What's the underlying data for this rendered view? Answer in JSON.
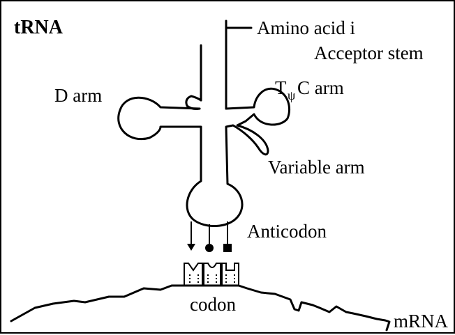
{
  "title": "tRNA",
  "labels": {
    "amino_acid": "Amino acid i",
    "acceptor_stem": "Acceptor stem",
    "d_arm": "D arm",
    "tpsic_arm_t": "T",
    "tpsic_arm_psi": "ψ",
    "tpsic_arm_rest": "C arm",
    "variable_arm": "Variable arm",
    "anticodon": "Anticodon",
    "codon": "codon",
    "mrna": "mRNA"
  },
  "colors": {
    "stroke": "#000000",
    "background": "#ffffff"
  },
  "anticodon_symbols": [
    "arrow-down",
    "circle",
    "square"
  ]
}
